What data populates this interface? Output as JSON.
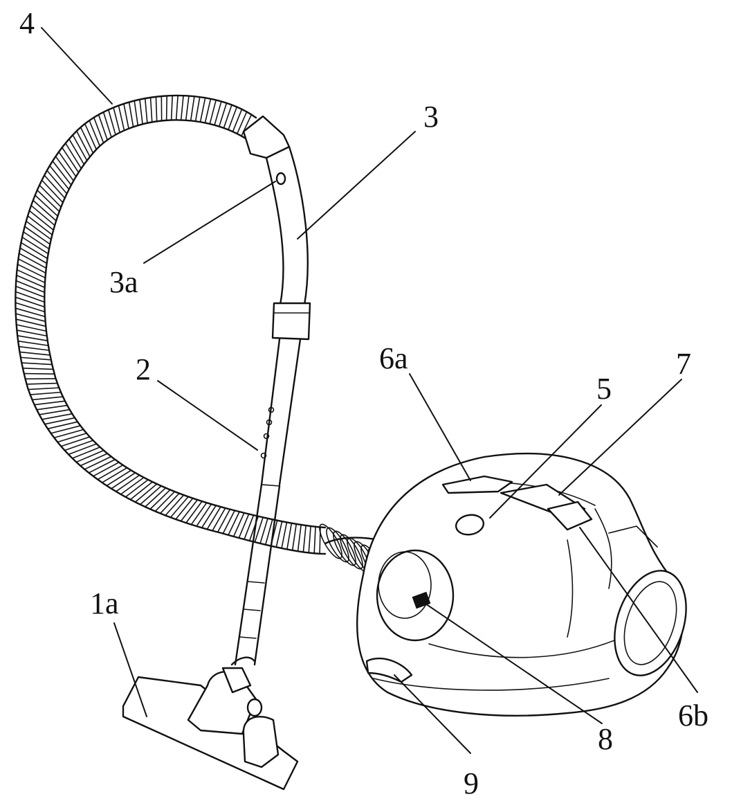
{
  "labels": {
    "hose": "4",
    "handle_tube": "3",
    "handle_hole": "3a",
    "extension_tube": "2",
    "top_button_front": "6a",
    "top_indicator": "5",
    "top_slot": "7",
    "floor_nozzle": "1a",
    "side_button": "6b",
    "inlet_marker": "8",
    "front_handle": "9"
  }
}
